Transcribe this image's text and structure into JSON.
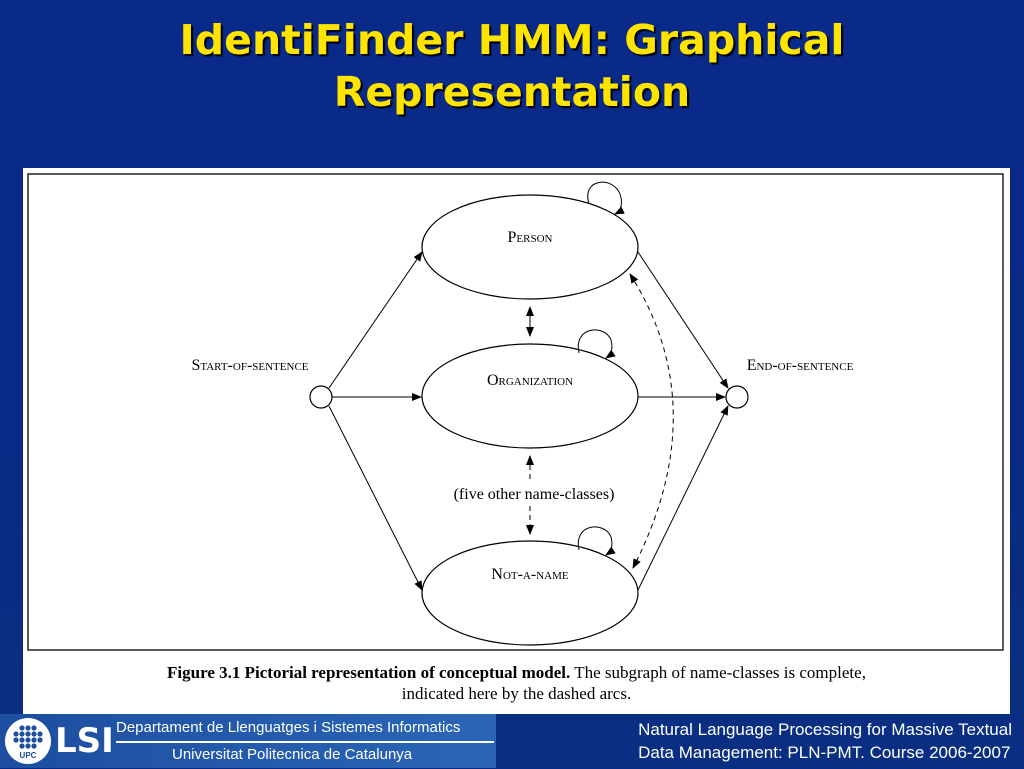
{
  "slide": {
    "title_line1": "IdentiFinder HMM: Graphical",
    "title_line2": "Representation"
  },
  "diagram": {
    "nodes": {
      "start_label": "Start-of-sentence",
      "end_label": "End-of-sentence",
      "person": "Person",
      "organization": "Organization",
      "not_a_name": "Not-a-name",
      "other_classes": "(five other name-classes)"
    },
    "caption": {
      "figure_label": "Figure 3.1  Pictorial representation of conceptual model.",
      "line1_rest": "The subgraph of name-classes is complete,",
      "line2": "indicated here by the dashed arcs."
    }
  },
  "footer": {
    "upc": "UPC",
    "lsi": "LSI",
    "department": "Departament de Llenguatges i Sistemes Informatics",
    "university": "Universitat Politecnica de Catalunya",
    "course_line1": "Natural Language Processing for Massive Textual",
    "course_line2": "Data Management: PLN-PMT. Course 2006-2007"
  },
  "colors": {
    "background": "#0a2a8a",
    "title": "#ffe400",
    "footer_logo": "#2b66b6"
  }
}
